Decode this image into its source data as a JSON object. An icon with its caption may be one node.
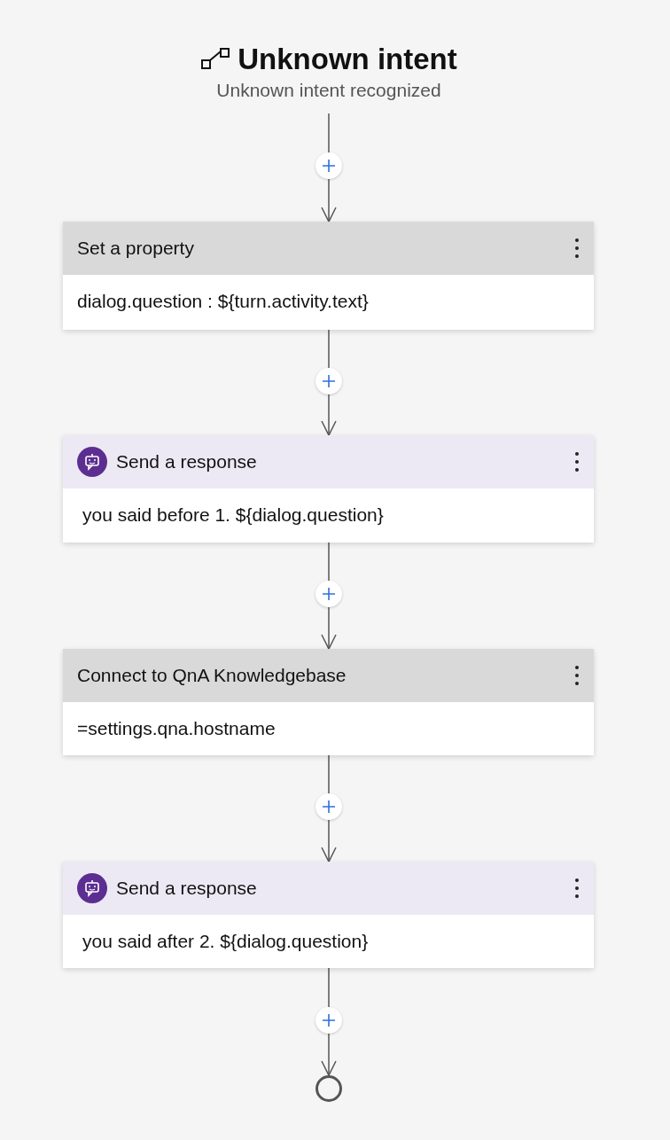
{
  "diagram": {
    "nodes": [
      {
        "text": [
          "Unknown intent",
          "Unknown intent recognized"
        ]
      },
      {
        "text": [
          "Set a property",
          "dialog.question : ${turn.activity.text}"
        ]
      },
      {
        "text": [
          "Send a response",
          "you said before 1. ${dialog.question}"
        ]
      },
      {
        "text": [
          "Connect to QnA Knowledgebase",
          "=settings.qna.hostname"
        ]
      },
      {
        "text": [
          "Send a response",
          "you said after 2. ${dialog.question}"
        ]
      },
      {
        "text": [],
        "shape": "circle"
      }
    ],
    "edges": [
      {
        "from": 0,
        "to": 1,
        "arrow": "to"
      },
      {
        "from": 1,
        "to": 2,
        "arrow": "to"
      },
      {
        "from": 2,
        "to": 3,
        "arrow": "to"
      },
      {
        "from": 3,
        "to": 4,
        "arrow": "to"
      },
      {
        "from": 4,
        "to": 5,
        "arrow": "to"
      }
    ]
  }
}
